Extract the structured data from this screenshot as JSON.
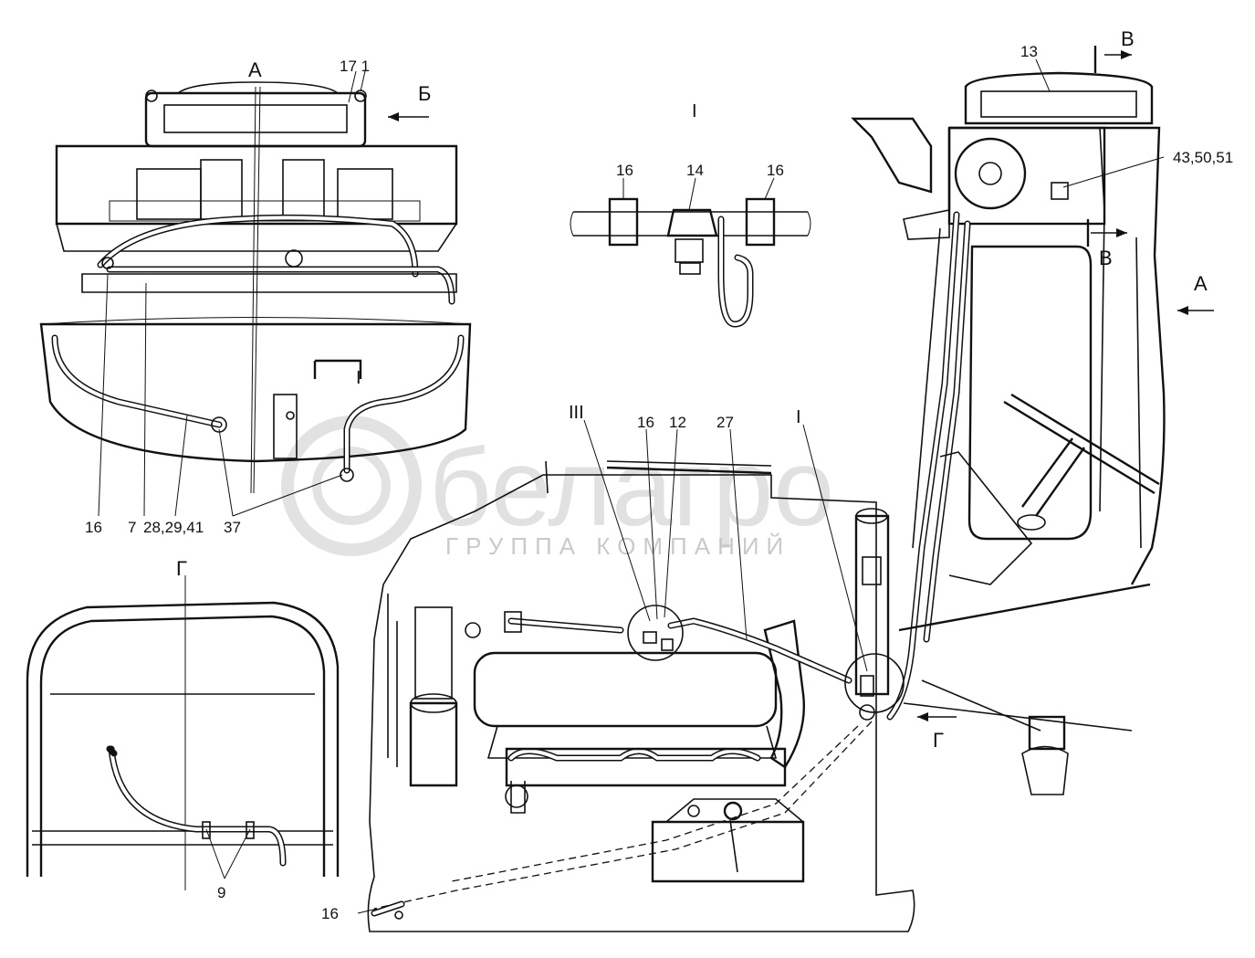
{
  "labels": {
    "view_a_top": "А",
    "callout_17_1": "17  1",
    "view_b_top": "Б",
    "detail_i_center": "I",
    "callout_16_left_top": "16",
    "callout_14": "14",
    "callout_16_right_top": "16",
    "callout_13": "13",
    "view_v_top": "В",
    "callout_43_50_51": "43,50,51",
    "view_v_bottom": "В",
    "view_a_right": "А",
    "section_i_left": "I",
    "callout_16_bottom_left": "16",
    "callout_7": "7",
    "callout_28_29_41": "28,29,41",
    "callout_37": "37",
    "detail_iii": "III",
    "callout_16_mid": "16",
    "callout_12": "12",
    "callout_27": "27",
    "detail_i_mid": "I",
    "view_g_title": "Г",
    "callout_9": "9",
    "view_g_arrow": "Г",
    "callout_16_lowest": "16"
  },
  "watermark": {
    "brand": "белагро",
    "subtitle": "ГРУППА КОМПАНИЙ"
  },
  "colors": {
    "line": "#111111",
    "watermark": "#c9c9c9",
    "background": "#ffffff"
  }
}
